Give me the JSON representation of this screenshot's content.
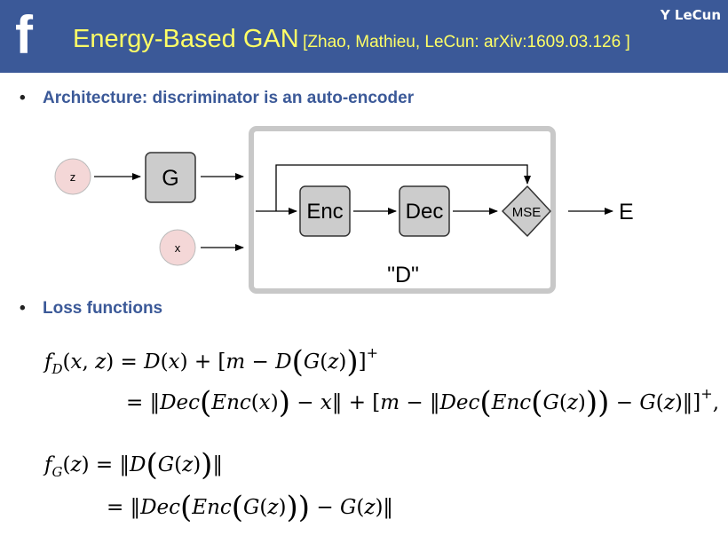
{
  "header": {
    "logo": "f",
    "title": "Energy-Based GAN",
    "citation": "[Zhao, Mathieu, LeCun: arXiv:1609.03.126 ]",
    "author": "Y LeCun"
  },
  "bullets": {
    "dot": "•",
    "architecture": "Architecture: discriminator is an auto-encoder",
    "loss": "Loss functions"
  },
  "diagram": {
    "z": "z",
    "x": "x",
    "G": "G",
    "enc": "Enc",
    "dec": "Dec",
    "mse": "MSE",
    "E": "E",
    "D_label": "\"D\""
  },
  "colors": {
    "header_bg": "#3b5998",
    "title": "#ffff66",
    "bullet_text": "#3b5998",
    "node_pink": "#f4d7d7",
    "box_gray": "#cccccc"
  }
}
